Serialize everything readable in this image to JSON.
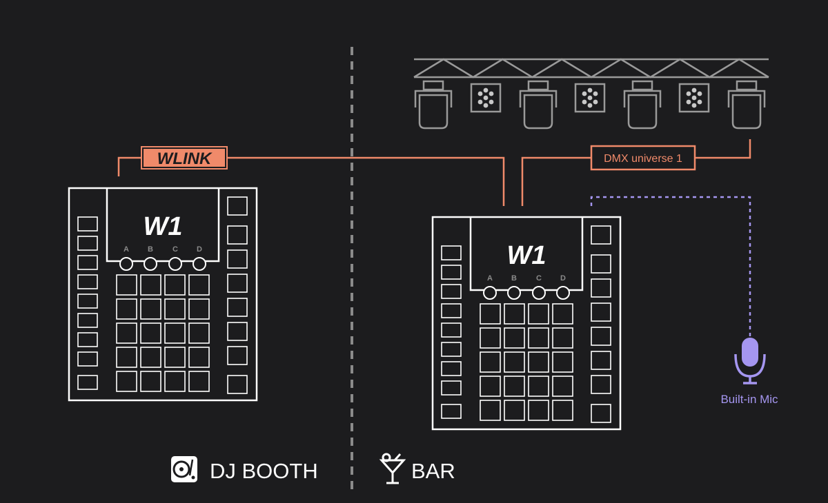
{
  "link": {
    "label": "WLINK"
  },
  "dmx": {
    "label": "DMX universe 1"
  },
  "mic": {
    "label": "Built-in Mic"
  },
  "controllers": [
    {
      "logo": "W1",
      "knobs": [
        "A",
        "B",
        "C",
        "D"
      ]
    },
    {
      "logo": "W1",
      "knobs": [
        "A",
        "B",
        "C",
        "D"
      ]
    }
  ],
  "zones": {
    "booth": "DJ BOOTH",
    "bar": "BAR"
  },
  "colors": {
    "background": "#1c1c1e",
    "line": "#ffffff",
    "link": "#f08a6a",
    "mic": "#a596f0",
    "truss": "#9a9a9a"
  },
  "icons": {
    "booth": "turntable-icon",
    "bar": "cocktail-icon",
    "mic": "microphone-icon",
    "fixture_head": "moving-head-light-icon",
    "fixture_par": "par-light-icon"
  }
}
